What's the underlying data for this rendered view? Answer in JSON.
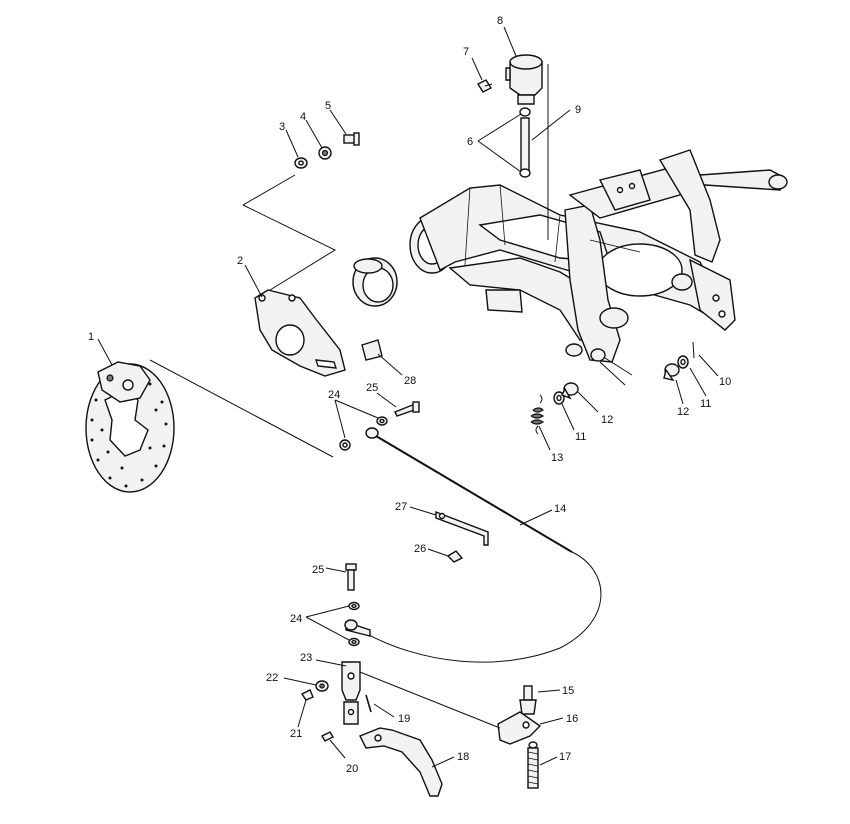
{
  "diagram": {
    "callouts": [
      {
        "id": "c1",
        "label": "1"
      },
      {
        "id": "c2",
        "label": "2"
      },
      {
        "id": "c3",
        "label": "3"
      },
      {
        "id": "c4",
        "label": "4"
      },
      {
        "id": "c5",
        "label": "5"
      },
      {
        "id": "c6",
        "label": "6"
      },
      {
        "id": "c7",
        "label": "7"
      },
      {
        "id": "c8",
        "label": "8"
      },
      {
        "id": "c9",
        "label": "9"
      },
      {
        "id": "c10",
        "label": "10"
      },
      {
        "id": "c11a",
        "label": "11"
      },
      {
        "id": "c11b",
        "label": "11"
      },
      {
        "id": "c12a",
        "label": "12"
      },
      {
        "id": "c12b",
        "label": "12"
      },
      {
        "id": "c13",
        "label": "13"
      },
      {
        "id": "c14",
        "label": "14"
      },
      {
        "id": "c15",
        "label": "15"
      },
      {
        "id": "c16",
        "label": "16"
      },
      {
        "id": "c17",
        "label": "17"
      },
      {
        "id": "c18",
        "label": "18"
      },
      {
        "id": "c19",
        "label": "19"
      },
      {
        "id": "c20",
        "label": "20"
      },
      {
        "id": "c21",
        "label": "21"
      },
      {
        "id": "c22",
        "label": "22"
      },
      {
        "id": "c23",
        "label": "23"
      },
      {
        "id": "c24a",
        "label": "24"
      },
      {
        "id": "c24b",
        "label": "24"
      },
      {
        "id": "c25a",
        "label": "25"
      },
      {
        "id": "c25b",
        "label": "25"
      },
      {
        "id": "c26",
        "label": "26"
      },
      {
        "id": "c27",
        "label": "27"
      },
      {
        "id": "c28",
        "label": "28"
      }
    ]
  }
}
